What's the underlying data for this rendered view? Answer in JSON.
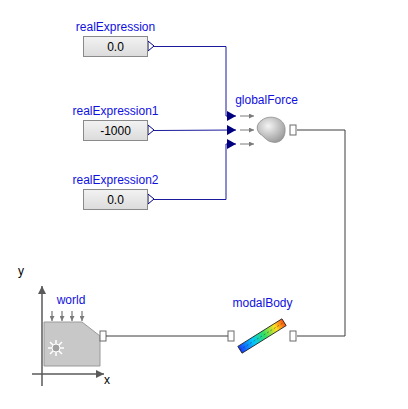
{
  "diagram": {
    "nodes": [
      {
        "text": [
          "realExpression",
          "0.0"
        ]
      },
      {
        "text": [
          "realExpression1",
          "-1000"
        ]
      },
      {
        "text": [
          "realExpression2",
          "0.0"
        ]
      },
      {
        "text": [
          "globalForce"
        ]
      },
      {
        "text": [
          "world"
        ]
      },
      {
        "text": [
          "modalBody"
        ]
      }
    ],
    "edges": [
      {
        "from": 0,
        "to": 3,
        "arrow": "to"
      },
      {
        "from": 1,
        "to": 3,
        "arrow": "to"
      },
      {
        "from": 2,
        "to": 3,
        "arrow": "to"
      },
      {
        "from": 4,
        "to": 5,
        "arrow": "none"
      },
      {
        "from": 5,
        "to": 3,
        "arrow": "none"
      }
    ],
    "labels": [
      "y",
      "x"
    ]
  }
}
